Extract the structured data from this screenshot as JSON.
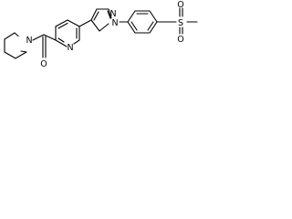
{
  "molecule": {
    "atom_labels": {
      "n_piperidine": "N",
      "o_carbonyl": "O",
      "n_pyridine": "N",
      "n_pyrazole_1": "N",
      "n_pyrazole_2": "N",
      "s_sulfonyl": "S",
      "o_sulfonyl_1": "O",
      "o_sulfonyl_2": "O"
    }
  }
}
